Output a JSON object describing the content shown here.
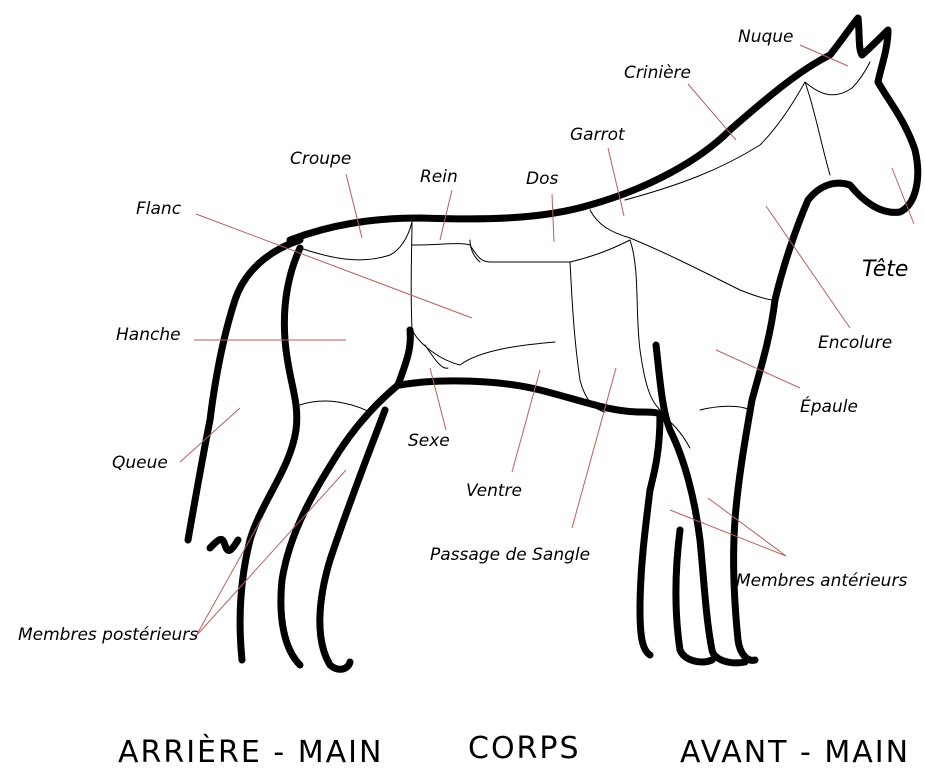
{
  "labels": {
    "nuque": "Nuque",
    "criniere": "Crinière",
    "garrot": "Garrot",
    "croupe": "Croupe",
    "rein": "Rein",
    "dos": "Dos",
    "flanc": "Flanc",
    "tete": "Tête",
    "hanche": "Hanche",
    "encolure": "Encolure",
    "epaule": "Épaule",
    "queue": "Queue",
    "sexe": "Sexe",
    "ventre": "Ventre",
    "passage_sangle": "Passage de Sangle",
    "membres_anterieurs": "Membres antérieurs",
    "membres_posterieurs": "Membres postérieurs"
  },
  "sections": {
    "arriere_main": "ARRIÈRE - MAIN",
    "corps": "CORPS",
    "avant_main": "AVANT - MAIN"
  },
  "colors": {
    "outline": "#000000",
    "leader": "#b5615a"
  }
}
